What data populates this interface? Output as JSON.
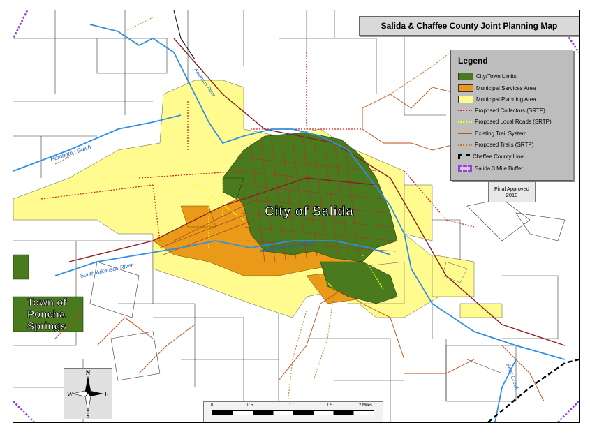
{
  "map": {
    "title": "Salida & Chaffee County Joint Planning Map",
    "approval_note_line1": "Final Approved",
    "approval_note_line2": "2010",
    "city_label": "City of Salida",
    "town_label": "Town of Poncha Springs",
    "colors": {
      "city_limits": "#4a7a1e",
      "services_area": "#e89a18",
      "planning_area": "#fffb8f",
      "roads_grid": "#b03030",
      "river": "#2f8fe8",
      "collector": "#e02020",
      "local_road": "#ffff00",
      "existing_trail": "#b05b10",
      "proposed_trail": "#c07a2c",
      "county_line": "#000000",
      "buffer": "#9a3fd2"
    }
  },
  "legend": {
    "title": "Legend",
    "items": [
      {
        "label": "City/Town Limits",
        "kind": "box",
        "color": "#4a7a1e"
      },
      {
        "label": "Municipal Services Area",
        "kind": "box",
        "color": "#e89a18"
      },
      {
        "label": "Municipal Planning Area",
        "kind": "box",
        "color": "#fffb8f"
      },
      {
        "label": "Proposed Collectors (SRTP)",
        "kind": "dots",
        "color": "#e02020"
      },
      {
        "label": "Proposed Local Roads (SRTP)",
        "kind": "dots",
        "color": "#ffff00"
      },
      {
        "label": "Existing Trail System",
        "kind": "line",
        "color": "#b05b10"
      },
      {
        "label": "Proposed Trails (SRTP)",
        "kind": "dots",
        "color": "#c07a2c"
      },
      {
        "label": "Chaffee County Line",
        "kind": "dash",
        "color": "#000000"
      },
      {
        "label": "Salida 3 Mile Buffer",
        "kind": "buffer",
        "color": "#9a3fd2"
      }
    ]
  },
  "compass": {
    "n": "N",
    "s": "S",
    "e": "E",
    "w": "W"
  },
  "scale": {
    "ticks": [
      "0",
      "0.5",
      "1",
      "1.5",
      "2 Miles"
    ]
  },
  "places": {
    "harrington_gulch": "Harrington Gulch",
    "south_arkansas_river": "South Arkansas River",
    "south_arkansas_river_2": "South Arkansas River",
    "bear_creek": "Bear Creek",
    "arkansas_river": "Arkansas River"
  }
}
